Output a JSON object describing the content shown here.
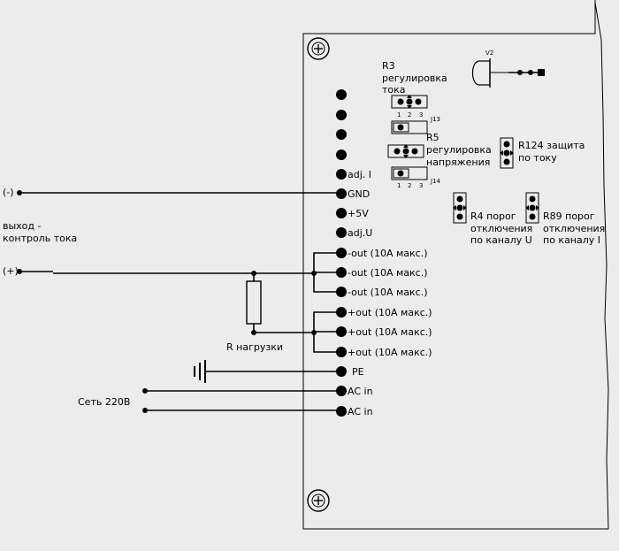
{
  "labels": {
    "minus": "(-)",
    "plus": "(+)",
    "output_line1": "выход -",
    "output_line2": "контроль тока",
    "load": "R нагрузки",
    "mains": "Сеть 220В"
  },
  "terminals": [
    "adj. I",
    "GND",
    "+5V",
    "adj.U",
    "-out (10A макс.)",
    "-out (10A макс.)",
    "-out (10A макс.)",
    "+out (10A макс.)",
    "+out (10A макс.)",
    "+out (10A макс.)",
    "PE",
    "AC in",
    "AC in"
  ],
  "components": {
    "v2": "V2",
    "r3_line1": "R3",
    "r3_line2": "регулировка",
    "r3_line3": "тока",
    "j13": "J13",
    "r5_line1": "R5",
    "r5_line2": "регулировка",
    "r5_line3": "напряжения",
    "j14": "J14",
    "pin1": "1",
    "pin2": "2",
    "pin3": "3",
    "r124_line1": "R124 защита",
    "r124_line2": "по току",
    "r4_line1": "R4 порог",
    "r4_line2": "отключения",
    "r4_line3": "по каналу U",
    "r89_line1": "R89 порог",
    "r89_line2": "отключения",
    "r89_line3": "по каналу I"
  }
}
